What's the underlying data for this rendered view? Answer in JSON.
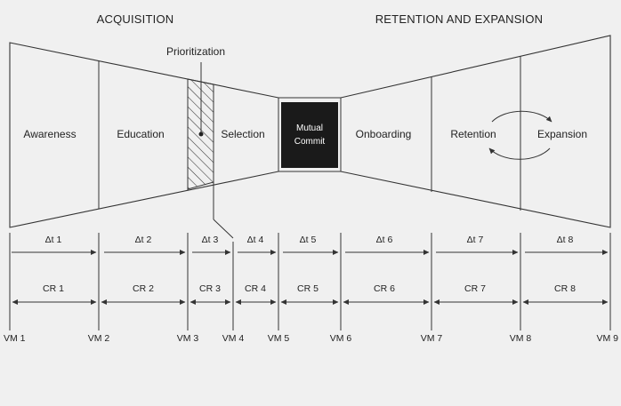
{
  "sections": {
    "acquisition": "ACQUISITION",
    "retention": "RETENTION AND EXPANSION"
  },
  "callout": "Prioritization",
  "stages": {
    "awareness": "Awareness",
    "education": "Education",
    "selection": "Selection",
    "mutual_commit_line1": "Mutual",
    "mutual_commit_line2": "Commit",
    "onboarding": "Onboarding",
    "retention": "Retention",
    "expansion": "Expansion"
  },
  "deltas": [
    "Δt 1",
    "Δt 2",
    "Δt 3",
    "Δt 4",
    "Δt 5",
    "Δt 6",
    "Δt 7",
    "Δt 8"
  ],
  "conversion_rates": [
    "CR 1",
    "CR 2",
    "CR 3",
    "CR 4",
    "CR 5",
    "CR 6",
    "CR 7",
    "CR 8"
  ],
  "velocity_markers": [
    "VM 1",
    "VM 2",
    "VM 3",
    "VM 4",
    "VM 5",
    "VM 6",
    "VM 7",
    "VM 8",
    "VM 9"
  ],
  "colors": {
    "background": "#f0f0f0",
    "stroke": "#333333",
    "commit_box": "#1a1a1a"
  }
}
